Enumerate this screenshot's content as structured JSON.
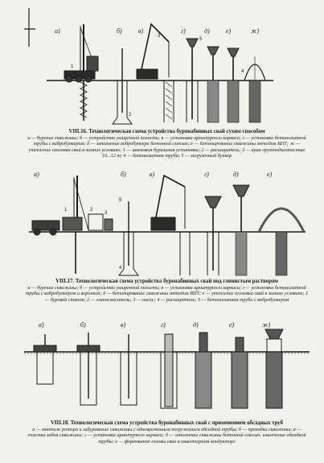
{
  "fig16": {
    "labels": [
      "а)",
      "б)",
      "в)",
      "г)",
      "д)",
      "е)",
      "ж)"
    ],
    "markers": [
      "1",
      "2",
      "3",
      "4",
      "5"
    ],
    "title": "VIII.16. Технологическая схема устройства буронабивных свай сухим способом",
    "text": "а — бурение скважины; б — устройство уширенной полости; в — установка арматурного каркаса; г — установка бетонолитной трубы с вибробункером; д — заполнение вибробункера бетонной смесью; е — бетонирование скважины методом ВПТ; ж — утепление оголовка свай в зимних условиях; 1 — шнековая бурильная установка; 2 — расширитель; 3 — кран грузоподъемностью 10...12 т; 4 — бетонолитная труба; 5 — загрузочный бункер"
  },
  "fig17": {
    "labels": [
      "а)",
      "б)",
      "в)",
      "г)",
      "д)",
      "е)"
    ],
    "markers": [
      "1",
      "2",
      "3",
      "4",
      "5"
    ],
    "title": "VIII.17. Технологическая схема устройства буронабивных свай под глинистым раствором",
    "text": "а — бурение скважины; б — устройство уширенной полости; в — установка арматурного каркаса; г — установка бетонолитной трубы с вибробункером и воронкой; д — бетонирование скважины методом ВПТ; е — утепление оголовка свай в зимних условиях; 1 — буровой станок; 2 — глиносмеситель; 3 — насос; 4 — расширитель; 5 — бетонолитная труба с вибробункером"
  },
  "fig18": {
    "labels": [
      "а)",
      "б)",
      "в)",
      "г)",
      "д)",
      "е)",
      "ж)"
    ],
    "title": "VIII.18. Технологическая схема устройства буронабивных свай с применением обсадных труб",
    "text": "а — монтаж ротора и забуривание скважины с одновременным погружением обсадной трубы; б — проходка скважины; в — очистка забоя скважины; г — установка арматурного каркаса; д — заполнение скважины бетонной смесью, извлечение обсадной трубы; е — формование головы сваи в инвентарном кондукторе"
  }
}
